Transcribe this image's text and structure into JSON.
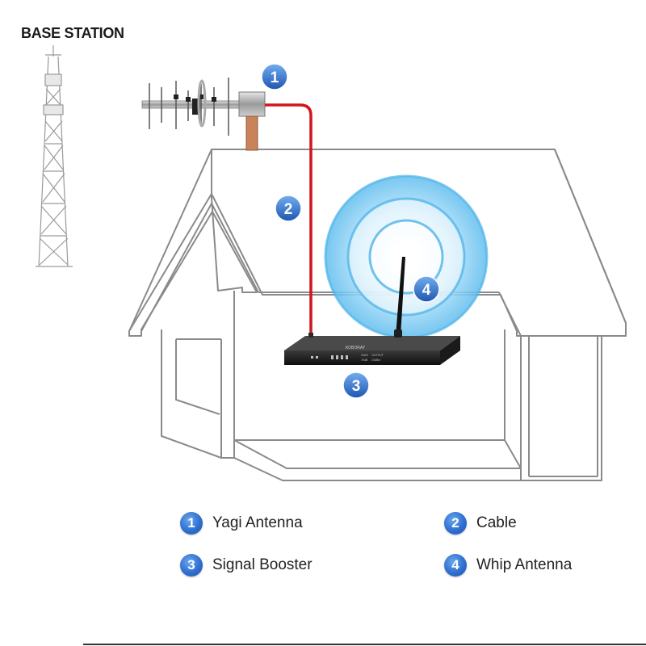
{
  "title": "BASE STATION",
  "badges": {
    "yagi": "1",
    "cable": "2",
    "booster": "3",
    "whip": "4"
  },
  "booster_panel": {
    "brand": "KOBORAY",
    "gain_label": "GAIN",
    "gain_value": "70dB",
    "output_label": "OUTPUT",
    "output_value": "23dBm"
  },
  "legend": [
    {
      "number": "1",
      "label": "Yagi Antenna"
    },
    {
      "number": "2",
      "label": "Cable"
    },
    {
      "number": "3",
      "label": "Signal Booster"
    },
    {
      "number": "4",
      "label": "Whip Antenna"
    }
  ],
  "colors": {
    "badge": "#2f6fcf",
    "cable": "#d0161e",
    "house_outline": "#8a8a8a",
    "signal_wave": "#4fb3ea"
  }
}
